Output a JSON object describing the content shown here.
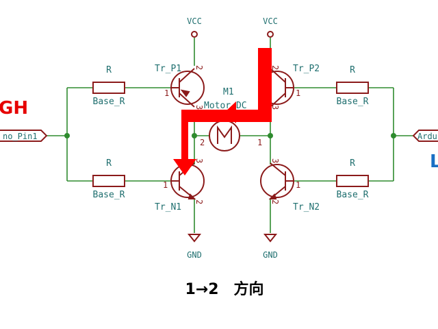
{
  "colors": {
    "wire": "#2e8b2e",
    "component": "#8b1a1a",
    "label": "#1f6f6f",
    "high": "#e60000",
    "low": "#1a6fc4",
    "arrow": "#ff0000"
  },
  "labels": {
    "vcc_left": "VCC",
    "vcc_right": "VCC",
    "gnd_left": "GND",
    "gnd_right": "GND",
    "r_val_tl": "R",
    "r_name_tl": "Base_R",
    "r_val_bl": "R",
    "r_name_bl": "Base_R",
    "r_val_tr": "R",
    "r_name_tr": "Base_R",
    "r_val_br": "R",
    "r_name_br": "Base_R",
    "tp1": "Tr_P1",
    "tp2": "Tr_P2",
    "tn1": "Tr_N1",
    "tn2": "Tr_N2",
    "motor_ref": "M1",
    "motor_val": "Motor_DC",
    "port_left": "no_Pin1",
    "port_right": "Ardu",
    "high_text": "GH",
    "low_text": "L",
    "caption": "1→2　方向"
  },
  "pins": {
    "p1_collector": "2",
    "p1_base": "1",
    "p1_emitter": "3",
    "p2_collector": "2",
    "p2_base": "1",
    "p2_emitter": "3",
    "n1_collector": "3",
    "n1_base": "1",
    "n1_emitter": "2",
    "n2_collector": "3",
    "n2_base": "1",
    "n2_emitter": "2",
    "motor_left": "2",
    "motor_right": "1"
  },
  "icons": [
    "motor-symbol",
    "pnp-transistor",
    "npn-transistor",
    "resistor",
    "ground-symbol",
    "power-symbol",
    "current-arrow"
  ]
}
